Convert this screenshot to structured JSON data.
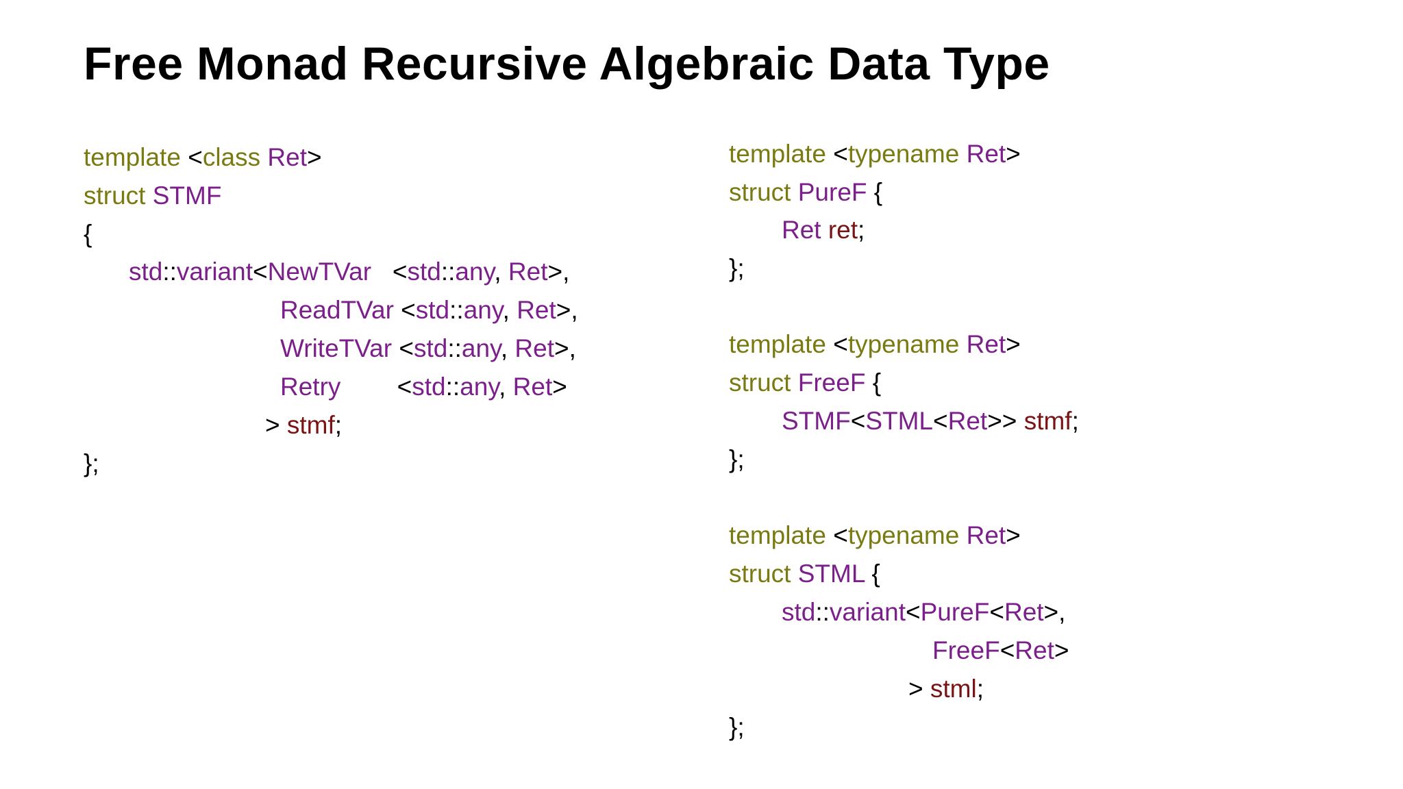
{
  "slide": {
    "title": "Free Monad Recursive Algebraic Data Type"
  },
  "left_code": [
    {
      "tokens": [
        {
          "t": "template",
          "k": "kw"
        },
        {
          "t": " <",
          "k": "punct"
        },
        {
          "t": "class",
          "k": "kw"
        },
        {
          "t": " Ret",
          "k": "type"
        },
        {
          "t": ">",
          "k": "punct"
        }
      ]
    },
    {
      "tokens": [
        {
          "t": "struct",
          "k": "kw"
        },
        {
          "t": " STMF",
          "k": "type"
        }
      ]
    },
    {
      "tokens": [
        {
          "t": "{",
          "k": "punct"
        }
      ]
    },
    {
      "tokens": [
        {
          "t": "std",
          "k": "type"
        },
        {
          "t": "::",
          "k": "punct"
        },
        {
          "t": "variant",
          "k": "type"
        },
        {
          "t": "<",
          "k": "punct"
        },
        {
          "t": "NewTVar",
          "k": "type"
        },
        {
          "t": "   <",
          "k": "punct"
        },
        {
          "t": "std",
          "k": "type"
        },
        {
          "t": "::",
          "k": "punct"
        },
        {
          "t": "any",
          "k": "type"
        },
        {
          "t": ", ",
          "k": "punct"
        },
        {
          "t": "Ret",
          "k": "type"
        },
        {
          "t": ">,",
          "k": "punct"
        }
      ]
    },
    {
      "tokens": [
        {
          "t": "ReadTVar",
          "k": "type"
        },
        {
          "t": " <",
          "k": "punct"
        },
        {
          "t": "std",
          "k": "type"
        },
        {
          "t": "::",
          "k": "punct"
        },
        {
          "t": "any",
          "k": "type"
        },
        {
          "t": ", ",
          "k": "punct"
        },
        {
          "t": "Ret",
          "k": "type"
        },
        {
          "t": ">,",
          "k": "punct"
        }
      ]
    },
    {
      "tokens": [
        {
          "t": "WriteTVar",
          "k": "type"
        },
        {
          "t": " <",
          "k": "punct"
        },
        {
          "t": "std",
          "k": "type"
        },
        {
          "t": "::",
          "k": "punct"
        },
        {
          "t": "any",
          "k": "type"
        },
        {
          "t": ", ",
          "k": "punct"
        },
        {
          "t": "Ret",
          "k": "type"
        },
        {
          "t": ">,",
          "k": "punct"
        }
      ]
    },
    {
      "tokens": [
        {
          "t": "Retry",
          "k": "type"
        },
        {
          "t": "        <",
          "k": "punct"
        },
        {
          "t": "std",
          "k": "type"
        },
        {
          "t": "::",
          "k": "punct"
        },
        {
          "t": "any",
          "k": "type"
        },
        {
          "t": ", ",
          "k": "punct"
        },
        {
          "t": "Ret",
          "k": "type"
        },
        {
          "t": ">",
          "k": "punct"
        }
      ]
    },
    {
      "tokens": [
        {
          "t": "> ",
          "k": "punct"
        },
        {
          "t": "stmf",
          "k": "var"
        },
        {
          "t": ";",
          "k": "punct"
        }
      ]
    },
    {
      "tokens": [
        {
          "t": "};",
          "k": "punct"
        }
      ]
    }
  ],
  "right_code": [
    {
      "tokens": [
        {
          "t": "template",
          "k": "kw"
        },
        {
          "t": " <",
          "k": "punct"
        },
        {
          "t": "typename",
          "k": "kw"
        },
        {
          "t": " Ret",
          "k": "type"
        },
        {
          "t": ">",
          "k": "punct"
        }
      ]
    },
    {
      "tokens": [
        {
          "t": "struct",
          "k": "kw"
        },
        {
          "t": " PureF",
          "k": "type"
        },
        {
          "t": " {",
          "k": "punct"
        }
      ]
    },
    {
      "tokens": [
        {
          "t": "Ret",
          "k": "type"
        },
        {
          "t": " ret",
          "k": "var"
        },
        {
          "t": ";",
          "k": "punct"
        }
      ]
    },
    {
      "tokens": [
        {
          "t": "};",
          "k": "punct"
        }
      ]
    },
    {
      "tokens": [
        {
          "t": "template",
          "k": "kw"
        },
        {
          "t": " <",
          "k": "punct"
        },
        {
          "t": "typename",
          "k": "kw"
        },
        {
          "t": " Ret",
          "k": "type"
        },
        {
          "t": ">",
          "k": "punct"
        }
      ]
    },
    {
      "tokens": [
        {
          "t": "struct",
          "k": "kw"
        },
        {
          "t": " FreeF",
          "k": "type"
        },
        {
          "t": " {",
          "k": "punct"
        }
      ]
    },
    {
      "tokens": [
        {
          "t": "STMF",
          "k": "type"
        },
        {
          "t": "<",
          "k": "punct"
        },
        {
          "t": "STML",
          "k": "type"
        },
        {
          "t": "<",
          "k": "punct"
        },
        {
          "t": "Ret",
          "k": "type"
        },
        {
          "t": ">> ",
          "k": "punct"
        },
        {
          "t": "stmf",
          "k": "var"
        },
        {
          "t": ";",
          "k": "punct"
        }
      ]
    },
    {
      "tokens": [
        {
          "t": "};",
          "k": "punct"
        }
      ]
    },
    {
      "tokens": [
        {
          "t": "template",
          "k": "kw"
        },
        {
          "t": " <",
          "k": "punct"
        },
        {
          "t": "typename",
          "k": "kw"
        },
        {
          "t": " Ret",
          "k": "type"
        },
        {
          "t": ">",
          "k": "punct"
        }
      ]
    },
    {
      "tokens": [
        {
          "t": "struct",
          "k": "kw"
        },
        {
          "t": " STML",
          "k": "type"
        },
        {
          "t": " {",
          "k": "punct"
        }
      ]
    },
    {
      "tokens": [
        {
          "t": "std",
          "k": "type"
        },
        {
          "t": "::",
          "k": "punct"
        },
        {
          "t": "variant",
          "k": "type"
        },
        {
          "t": "<",
          "k": "punct"
        },
        {
          "t": "PureF",
          "k": "type"
        },
        {
          "t": "<",
          "k": "punct"
        },
        {
          "t": "Ret",
          "k": "type"
        },
        {
          "t": ">,",
          "k": "punct"
        }
      ]
    },
    {
      "tokens": [
        {
          "t": "FreeF",
          "k": "type"
        },
        {
          "t": "<",
          "k": "punct"
        },
        {
          "t": "Ret",
          "k": "type"
        },
        {
          "t": ">",
          "k": "punct"
        }
      ]
    },
    {
      "tokens": [
        {
          "t": "> ",
          "k": "punct"
        },
        {
          "t": "stml",
          "k": "var"
        },
        {
          "t": ";",
          "k": "punct"
        }
      ]
    },
    {
      "tokens": [
        {
          "t": "};",
          "k": "punct"
        }
      ]
    }
  ],
  "colors": {
    "keyword": "#7a7a12",
    "type": "#7b1f8a",
    "variable": "#7a1414",
    "punctuation": "#000000",
    "background": "#ffffff"
  }
}
